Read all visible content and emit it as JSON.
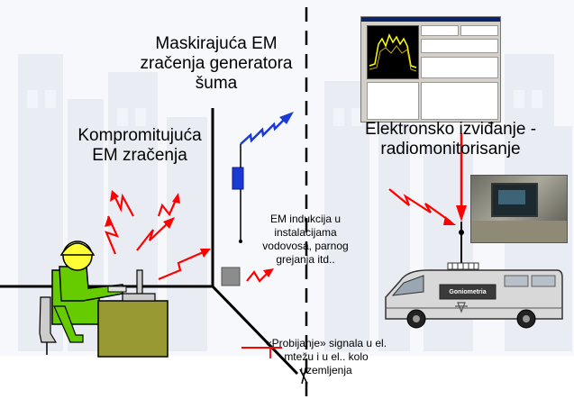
{
  "labels": {
    "masking": "Maskirajuća EM\nzračenja generatora\nšuma",
    "compromising": "Kompromitujuća\nEM zračenja",
    "electronic_recon": "Elektronsko izviđanje -\nradiomonitorisanje",
    "induction": "EM indukcija u\ninstalacijama\nvodovosa, parnog\ngrejanja itd..",
    "breakthrough": "«Probijanje» signala u el.\nmtežu i u el.. kolo\nuzemljenja",
    "van": "Goniometria"
  },
  "colors": {
    "wave_red": "#ff0000",
    "wave_blue": "#1a3ad6",
    "generator": "#1a3ad6",
    "person_shirt": "#66cc00",
    "person_head": "#ffff33",
    "desk": "#999933",
    "box": "#8c8c8c"
  },
  "icons": [
    "person-icon",
    "computer-icon",
    "generator-icon",
    "antenna-icon",
    "van-icon",
    "lightning-icon"
  ]
}
